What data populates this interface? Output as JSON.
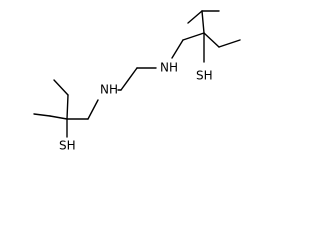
{
  "structure": {
    "atoms": {
      "nh_left": "NH",
      "nh_right": "NH",
      "sh_left": "SH",
      "sh_right": "SH"
    },
    "colors": {
      "background": "#ffffff",
      "bond": "#000000",
      "label": "#000000"
    }
  }
}
